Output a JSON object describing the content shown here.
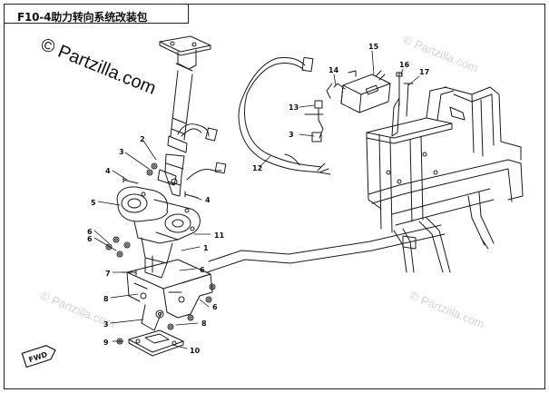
{
  "header": {
    "title": "F10-4助力转向系统改装包"
  },
  "watermarks": {
    "main": "© Partzilla.com",
    "faint": "© Partzilla.com"
  },
  "fwd_label": "FWD",
  "callouts": [
    "1",
    "2",
    "3",
    "4",
    "5",
    "6",
    "7",
    "8",
    "9",
    "10",
    "11",
    "12",
    "13",
    "14",
    "15",
    "16",
    "17"
  ],
  "colors": {
    "line": "#1a1a1a",
    "watermark": "#d6d6d6",
    "background": "#ffffff"
  }
}
